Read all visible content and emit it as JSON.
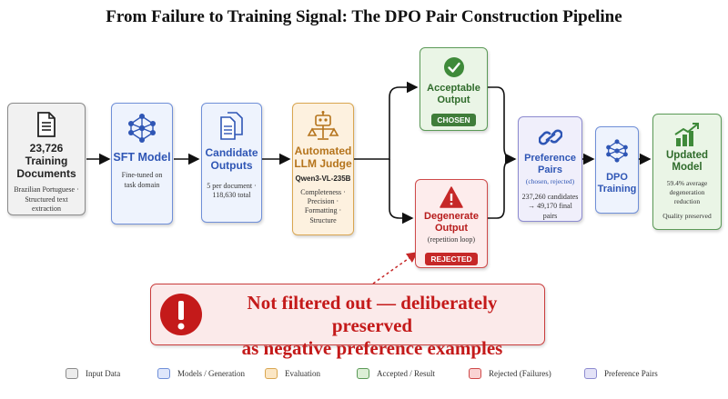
{
  "title": "From Failure to Training Signal: The DPO Pair Construction Pipeline",
  "nodes": {
    "input": {
      "count": "23,726",
      "title_line1": "Training",
      "title_line2": "Documents",
      "sub": "Brazilian Portuguese · Structured text extraction",
      "icon": "document-icon"
    },
    "sft": {
      "title": "SFT Model",
      "sub": "Fine-tuned on task domain",
      "icon": "neural-network-icon"
    },
    "candidates": {
      "title_line1": "Candidate",
      "title_line2": "Outputs",
      "sub": "5 per document · 118,630 total",
      "icon": "documents-icon"
    },
    "judge": {
      "title_line1": "Automated",
      "title_line2": "LLM Judge",
      "model": "Qwen3-VL-235B",
      "sub": "Completeness · Precision · Formatting · Structure",
      "icon": "robot-judge-icon"
    },
    "acceptable": {
      "title_line1": "Acceptable",
      "title_line2": "Output",
      "badge": "CHOSEN",
      "icon": "check-circle-icon"
    },
    "degenerate": {
      "title_line1": "Degenerate",
      "title_line2": "Output",
      "note": "(repetition loop)",
      "badge": "REJECTED",
      "icon": "warning-icon"
    },
    "pairs": {
      "title_line1": "Preference",
      "title_line2": "Pairs",
      "note": "(chosen, rejected)",
      "sub": "237,260 candidates → 49,170 final pairs",
      "icon": "link-icon"
    },
    "dpo": {
      "title_line1": "DPO",
      "title_line2": "Training",
      "icon": "neural-network-icon"
    },
    "updated": {
      "title_line1": "Updated",
      "title_line2": "Model",
      "sub": "59.4% average degeneration reduction",
      "note": "Quality preserved",
      "icon": "growth-chart-icon"
    }
  },
  "callout": {
    "line1": "Not filtered out — deliberately preserved",
    "line2": "as negative preference examples"
  },
  "legend": [
    {
      "label": "Input Data",
      "color": "#ececec",
      "border": "#8a8a8a"
    },
    {
      "label": "Models / Generation",
      "color": "#dfe7fb",
      "border": "#6f8fd8"
    },
    {
      "label": "Evaluation",
      "color": "#fbe6c4",
      "border": "#d9a650"
    },
    {
      "label": "Accepted / Result",
      "color": "#dcefd6",
      "border": "#5b9a57"
    },
    {
      "label": "Rejected (Failures)",
      "color": "#f9d3d3",
      "border": "#cf4a4a"
    },
    {
      "label": "Preference Pairs",
      "color": "#e3e2f7",
      "border": "#8d8bd0"
    }
  ],
  "colors": {
    "chosen": "#3f7d3a",
    "rejected": "#c62828",
    "accent_blue": "#2f56b5",
    "judge_orange": "#b5741c"
  }
}
